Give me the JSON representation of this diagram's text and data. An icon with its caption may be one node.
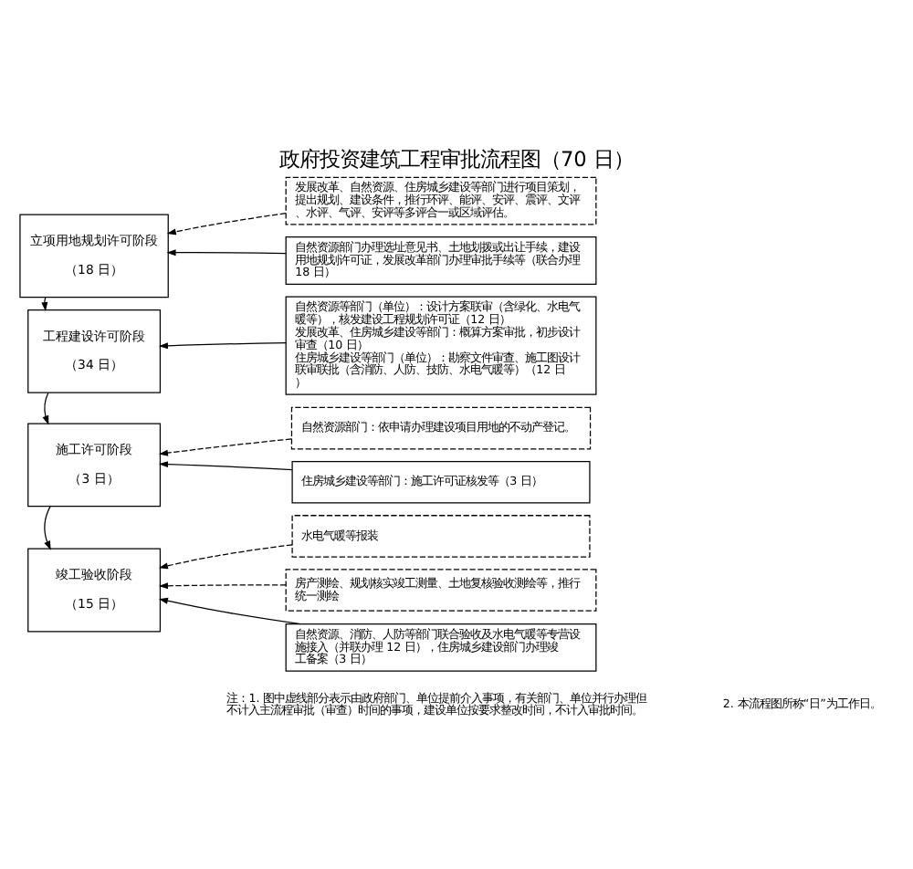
{
  "diagram": {
    "title": "政府投资建筑工程审批流程图（70 日）",
    "nodes": [
      {
        "text": [
          "立项用地规划许可阶段",
          "（18 日）"
        ]
      },
      {
        "text": [
          "发展改革、自然资源、住房城乡建设等部门进行项目策划，提出规划、建设条件，推行环评、能评、安评、震评、文评、水评、气评、安评等多评合一或区域评估。"
        ]
      },
      {
        "text": [
          "自然资源部门办理选址意见书、土地划拨或出让手续，建设用地规划许可证，发展改革部门办理审批手续等（联合办理 18 日）"
        ]
      },
      {
        "text": [
          "工程建设许可阶段",
          "（34 日）"
        ]
      },
      {
        "text": [
          "自然资源等部门（单位）：设计方案联审（含绿化、水电气暖等），核发建设工程规划许可证（12 日）",
          "发展改革、住房城乡建设等部门：概算方案审批，初步设计审查（10 日）",
          "住房城乡建设等部门（单位）：勘察文件审查、施工图设计联审联批（含消防、人防、技防、水电气暖等）（12 日）"
        ]
      },
      {
        "text": [
          "自然资源部门：依申请办理建设项目用地的不动产登记。"
        ]
      },
      {
        "text": [
          "施工许可阶段",
          "（3 日）"
        ]
      },
      {
        "text": [
          "住房城乡建设等部门：施工许可证核发等（3 日）"
        ]
      },
      {
        "text": [
          "水电气暖等报装"
        ]
      },
      {
        "text": [
          "房产测绘、规划核实竣工测量、土地复核验收测绘等，推行统一测绘"
        ]
      },
      {
        "text": [
          "竣工验收阶段",
          "（15 日）"
        ]
      },
      {
        "text": [
          "自然资源、消防、人防等部门联合验收及水电气暖等专营设施接入（并联办理 12 日），住房城乡建设部门办理竣工备案（3 日）"
        ]
      }
    ],
    "edges": [
      {
        "from": 1,
        "to": 0,
        "arrow": "to",
        "style": "dashed"
      },
      {
        "from": 2,
        "to": 0,
        "arrow": "to"
      },
      {
        "from": 0,
        "to": 3,
        "arrow": "to"
      },
      {
        "from": 4,
        "to": 3,
        "arrow": "to"
      },
      {
        "from": 5,
        "to": 6,
        "arrow": "to",
        "style": "dashed"
      },
      {
        "from": 3,
        "to": 6,
        "arrow": "to"
      },
      {
        "from": 7,
        "to": 6,
        "arrow": "to"
      },
      {
        "from": 8,
        "to": 10,
        "arrow": "to",
        "style": "dashed"
      },
      {
        "from": 9,
        "to": 10,
        "arrow": "to",
        "style": "dashed"
      },
      {
        "from": 6,
        "to": 10,
        "arrow": "to"
      },
      {
        "from": 11,
        "to": 10,
        "arrow": "to"
      }
    ],
    "labels": [
      "注：1. 图中虚线部分表示由政府部门、单位提前介入事项，有关部门、单位并行办理但不计入主流程审批（审查）时间的事项，建设单位按要求整改时间，不计入审批时间。",
      "2. 本流程图所称“日”为工作日。"
    ]
  }
}
